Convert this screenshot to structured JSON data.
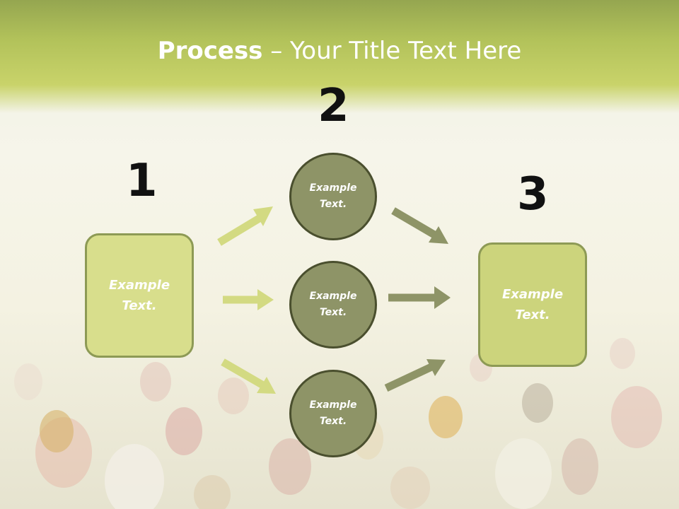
{
  "title": {
    "bold": "Process",
    "rest": " – Your Title Text Here"
  },
  "steps": {
    "one": "1",
    "two": "2",
    "three": "3"
  },
  "boxes": {
    "left": "Example Text.",
    "right": "Example Text."
  },
  "circles": {
    "top": "Example Text.",
    "middle": "Example Text.",
    "bottom": "Example Text."
  },
  "colors": {
    "header": "#b2c25a",
    "light_arrow": "#d3da82",
    "dark_arrow": "#8e9467",
    "box_fill": "#d8de8c",
    "circle_fill": "#8e9467"
  }
}
